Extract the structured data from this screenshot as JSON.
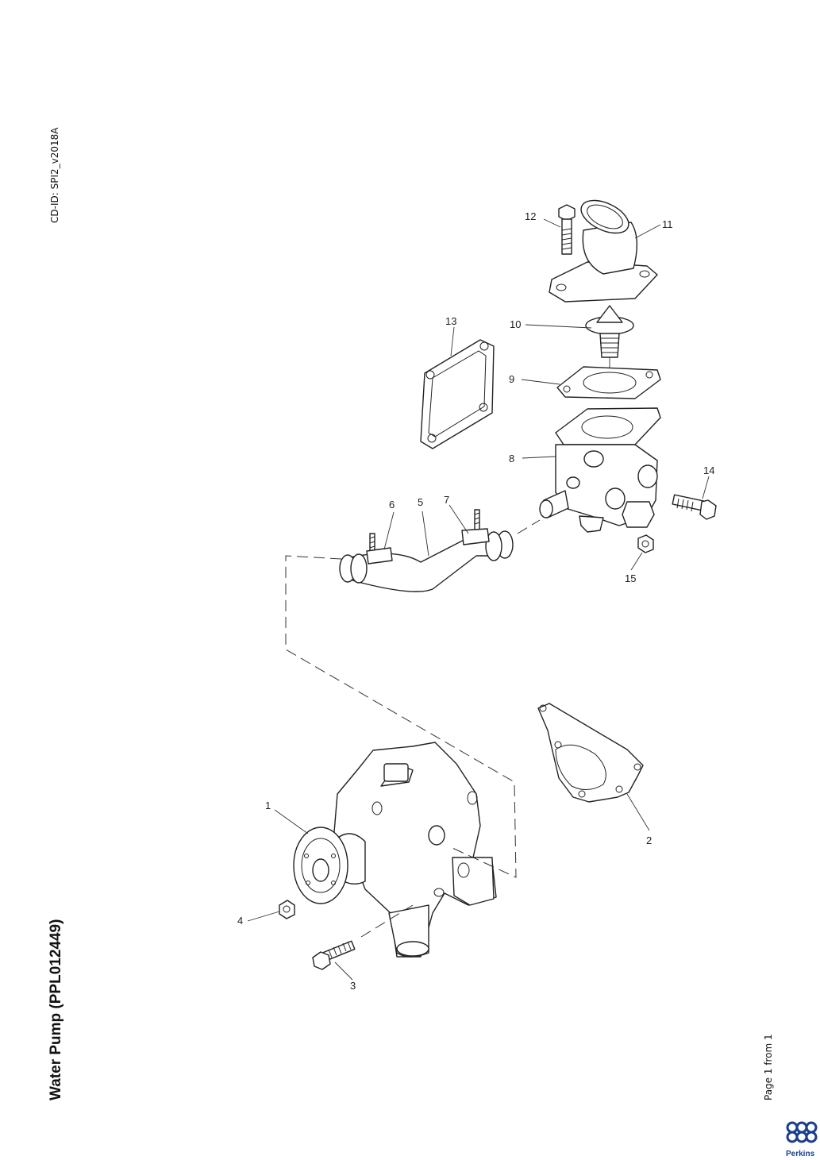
{
  "header": {
    "cd_id": "CD-ID: SPI2_v2018A",
    "title": "Water Pump (PPL012449)",
    "page_info": "Page 1 from 1"
  },
  "brand": {
    "name": "Perkins",
    "color": "#1a3e8c"
  },
  "callouts": [
    "1",
    "2",
    "3",
    "4",
    "5",
    "6",
    "7",
    "8",
    "9",
    "10",
    "11",
    "12",
    "13",
    "14",
    "15"
  ]
}
